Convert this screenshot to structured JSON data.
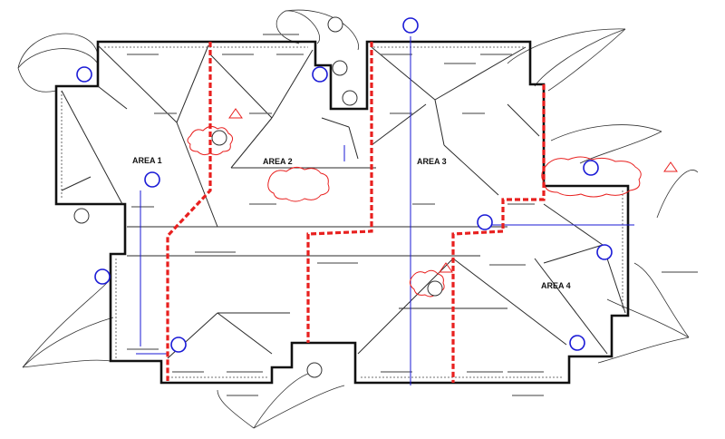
{
  "plan": {
    "areas": [
      {
        "id": "area-1",
        "label": "AREA 1"
      },
      {
        "id": "area-2",
        "label": "AREA 2"
      },
      {
        "id": "area-3",
        "label": "AREA 3"
      },
      {
        "id": "area-4",
        "label": "AREA 4"
      }
    ],
    "colors": {
      "background": "#ffffff",
      "wall": "#111111",
      "roof_line": "#2a2a2a",
      "area_boundary": "#e8201f",
      "revision_cloud": "#e8201f",
      "section_marker": "#1a1ad6",
      "dimension_text": "#555555"
    },
    "icons": [
      "revision-triangle-icon",
      "section-marker-icon",
      "detail-bubble-icon"
    ]
  }
}
